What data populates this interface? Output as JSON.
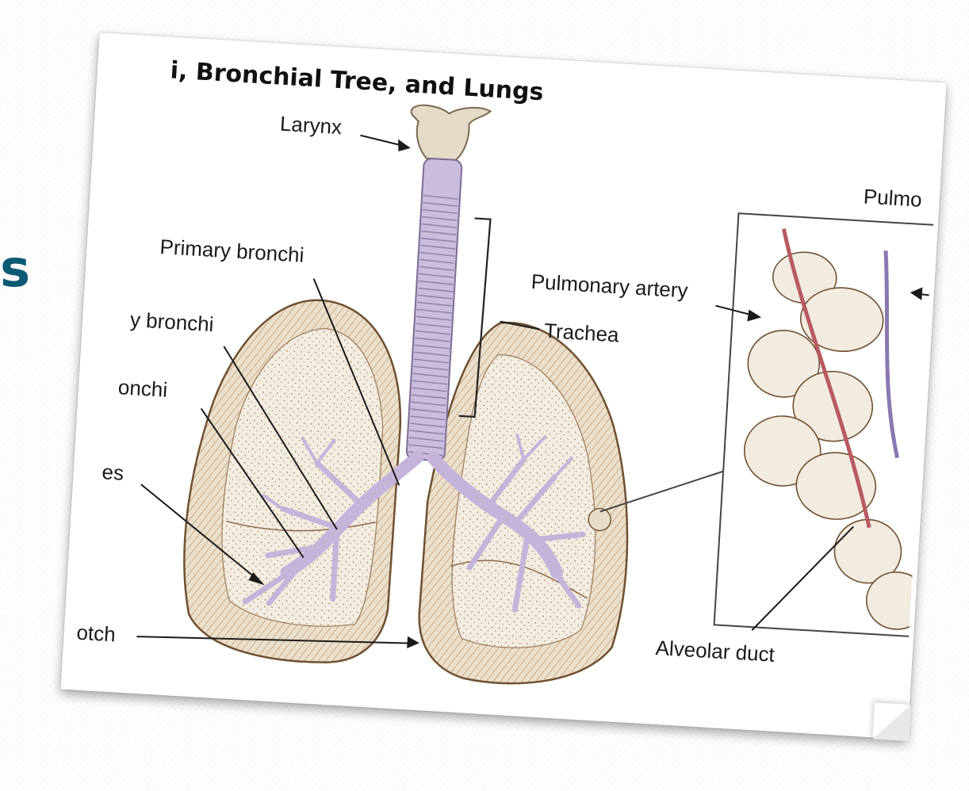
{
  "slide": {
    "title_fragment": "s"
  },
  "figure": {
    "title": "i, Bronchial Tree, and Lungs",
    "labels": {
      "larynx": "Larynx",
      "primary_bronchi": "Primary bronchi",
      "secondary_bronchi": "y bronchi",
      "tertiary_bronchi": "onchi",
      "bronchioles": "es",
      "cardiac_notch": "otch",
      "trachea": "Trachea",
      "pulmonary_vein": "Pulmo",
      "pulmonary_artery": "Pulmonary artery",
      "alveolar_duct": "Alveolar duct"
    }
  },
  "colors": {
    "title_accent": "#0b5a73",
    "lung_tissue": "#e8ddc9",
    "lung_outline": "#7a5a3a",
    "airway": "#c8b9dc",
    "artery": "#c0626a"
  }
}
